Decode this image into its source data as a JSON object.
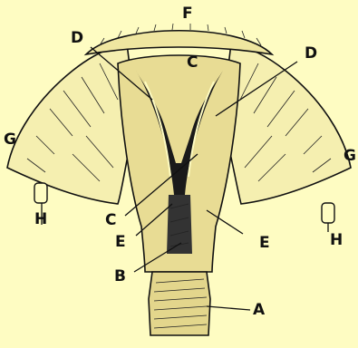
{
  "figure": {
    "background": "#fefcc2",
    "ink": "#111111",
    "labels": {
      "A": "A",
      "B": "B",
      "C_top": "C",
      "C_left": "C",
      "D_left": "D",
      "D_right": "D",
      "E_left": "E",
      "E_right": "E",
      "F": "F",
      "G_left": "G",
      "G_right": "G",
      "H_left": "H",
      "H_right": "H"
    }
  }
}
